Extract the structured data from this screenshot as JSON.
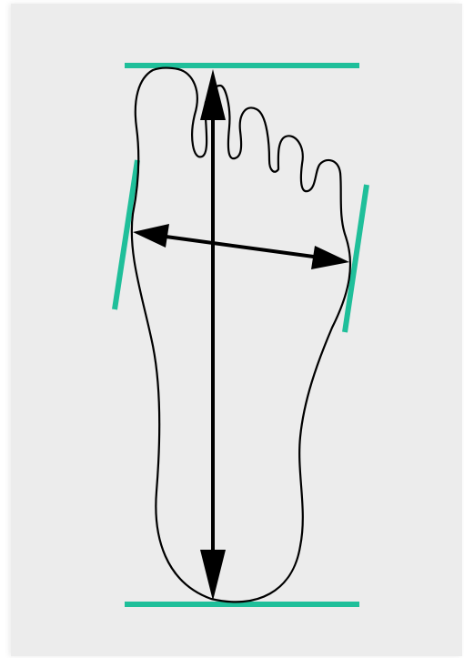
{
  "diagram": {
    "subject": "foot-outline",
    "colors": {
      "background": "#ececec",
      "guide_lines": "#1fbf9a",
      "outline": "#000000",
      "arrows": "#000000"
    },
    "measurements": [
      {
        "name": "length",
        "icon": "double-headed-vertical-arrow"
      },
      {
        "name": "width",
        "icon": "double-headed-horizontal-arrow"
      }
    ]
  }
}
